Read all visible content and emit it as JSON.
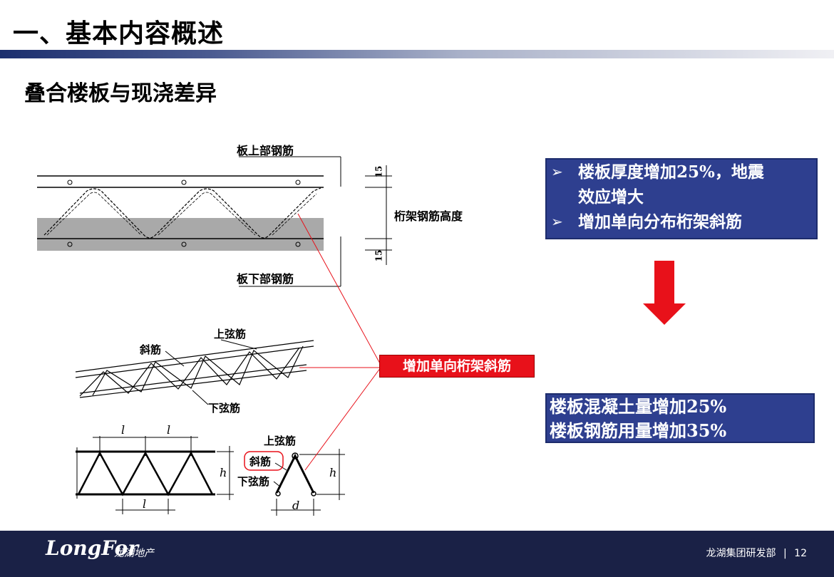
{
  "header": {
    "title": "一、基本内容概述",
    "subtitle": "叠合楼板与现浇差异"
  },
  "diagram": {
    "top_rebar": "板上部钢筋",
    "truss_height": "桁架钢筋高度",
    "bottom_rebar": "板下部钢筋",
    "dim_15_top": "15",
    "dim_15_bottom": "15",
    "diagonal_bar": "斜筋",
    "upper_chord": "上弦筋",
    "lower_chord": "下弦筋",
    "diagonal_bar_circled": "斜筋",
    "upper_chord_2": "上弦筋",
    "lower_chord_2": "下弦筋",
    "dim_l1": "l",
    "dim_l2": "l",
    "dim_l3": "l",
    "dim_h1": "h",
    "dim_h2": "h",
    "dim_d": "d"
  },
  "callout": {
    "label": "增加单向桁架斜筋"
  },
  "info_box1": {
    "bullet": "➢",
    "items": [
      "楼板厚度增加25%，地震",
      "效应增大",
      "增加单向分布桁架斜筋"
    ]
  },
  "info_box2": {
    "lines": [
      "楼板混凝土量增加25%",
      "楼板钢筋用量增加35%"
    ]
  },
  "footer": {
    "logo": "LongFor",
    "logo_cn": "龙湖地产",
    "dept": "龙湖集团研发部",
    "page": "12"
  },
  "colors": {
    "box_bg": "#2e3f8f",
    "arrow": "#e8111a",
    "footer_bg": "#1a2146",
    "callout_line": "#e8111a"
  }
}
